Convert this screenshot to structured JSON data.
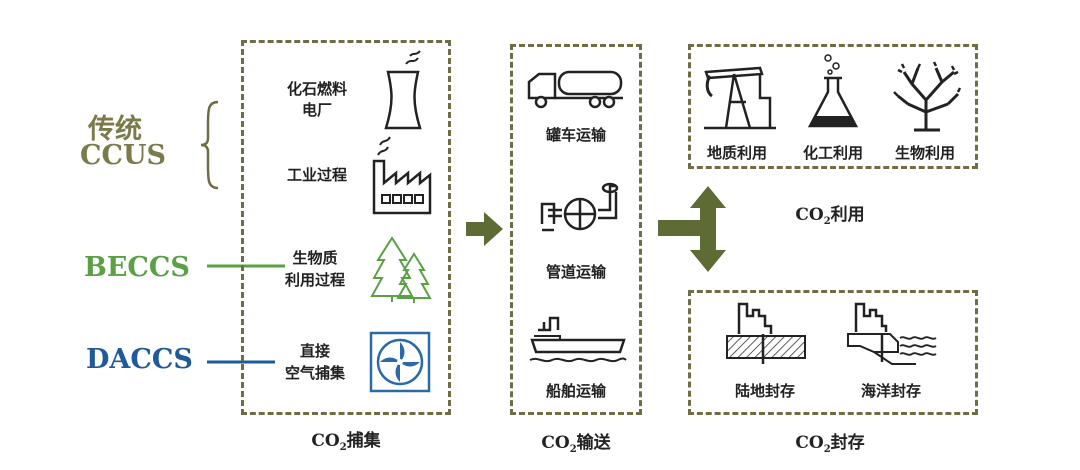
{
  "left_labels": {
    "traditional_line1": "传统",
    "traditional_line2": "CCUS",
    "beccs": "BECCS",
    "daccs": "DACCS"
  },
  "capture": {
    "items": [
      {
        "line1": "化石燃料",
        "line2": "电厂",
        "icon": "power-plant-cooling-tower-icon"
      },
      {
        "line1": "工业过程",
        "line2": "",
        "icon": "factory-icon"
      },
      {
        "line1": "生物质",
        "line2": "利用过程",
        "icon": "trees-icon"
      },
      {
        "line1": "直接",
        "line2": "空气捕集",
        "icon": "fan-icon"
      }
    ],
    "caption_prefix": "CO",
    "caption_sub": "2",
    "caption_suffix": "捕集"
  },
  "transport": {
    "items": [
      {
        "label": "罐车运输",
        "icon": "tanker-truck-icon"
      },
      {
        "label": "管道运输",
        "icon": "pipeline-icon"
      },
      {
        "label": "船舶运输",
        "icon": "ship-icon"
      }
    ],
    "caption_prefix": "CO",
    "caption_sub": "2",
    "caption_suffix": "输送"
  },
  "utilization": {
    "items": [
      {
        "label": "地质利用",
        "icon": "oil-pump-jack-icon"
      },
      {
        "label": "化工利用",
        "icon": "flask-icon"
      },
      {
        "label": "生物利用",
        "icon": "coral-icon"
      }
    ],
    "caption_prefix": "CO",
    "caption_sub": "2",
    "caption_suffix": "利用"
  },
  "storage": {
    "items": [
      {
        "label": "陆地封存",
        "icon": "land-storage-icon"
      },
      {
        "label": "海洋封存",
        "icon": "ocean-storage-icon"
      }
    ],
    "caption_prefix": "CO",
    "caption_sub": "2",
    "caption_suffix": "封存"
  },
  "colors": {
    "olive": "#6f6d45",
    "arrow": "#5f6b35",
    "traditional": "#7a7a4a",
    "beccs": "#5aa045",
    "daccs": "#1f5a9a",
    "fan": "#2a6aa8"
  }
}
